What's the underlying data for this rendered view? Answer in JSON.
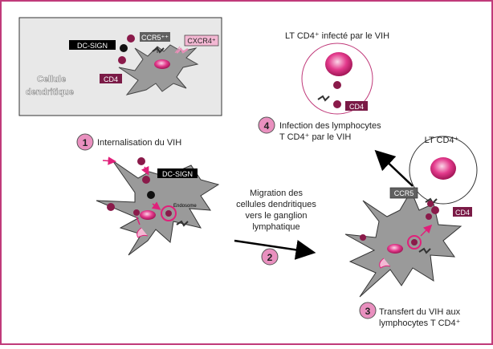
{
  "inset": {
    "title_line1": "Cellule",
    "title_line2": "dendritique",
    "receptors": {
      "dc_sign": "DC-SIGN",
      "ccr5": "CCR5⁺⁺",
      "cxcr4": "CXCR4⁺",
      "cd4": "CD4"
    }
  },
  "steps": [
    {
      "number": "1",
      "text_line1": "Internalisation du VIH",
      "text_line2": ""
    },
    {
      "number": "2",
      "text_line1": "",
      "text_line2": ""
    },
    {
      "number": "3",
      "text_line1": "Transfert du VIH aux",
      "text_line2": "lymphocytes T CD4⁺"
    },
    {
      "number": "4",
      "text_line1": "Infection des lymphocytes",
      "text_line2": "T CD4⁺ par le VIH"
    }
  ],
  "migration": {
    "line1": "Migration des",
    "line2": "cellules dendritiques",
    "line3": "vers le ganglion",
    "line4": "lymphatique"
  },
  "labels": {
    "dc_sign": "DC-SIGN",
    "endosome": "Endosome",
    "ccr5": "CCR5",
    "cd4_transfer": "CD4",
    "cd4_infected": "CD4",
    "lt_cd4": "LT CD4⁺",
    "lt_infected": "LT CD4⁺ infecté par le VIH"
  },
  "colors": {
    "frame": "#c03a7a",
    "inset_bg": "#e8e8e8",
    "cell_gray": "#9a9a9a",
    "virus": "#8a1a4a",
    "magenta": "#e0207a",
    "pink_light": "#f3b8d3",
    "cd4_box": "#7a1a46",
    "ccr5_box": "#606060",
    "step_circle": "#e990bf"
  }
}
